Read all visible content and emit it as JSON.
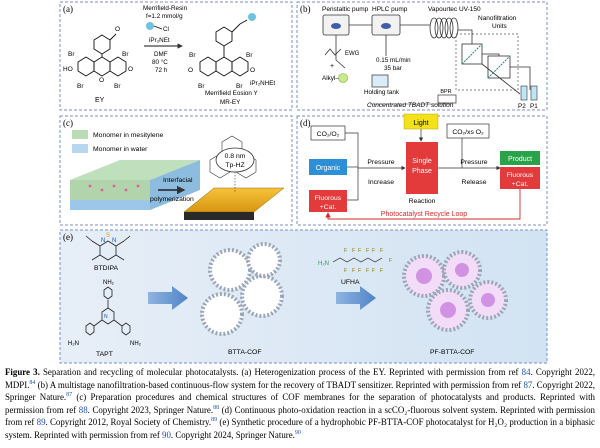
{
  "panel_a": {
    "label": "(a)",
    "resin_name": "Merrifield-Resin",
    "resin_loading": "f=1.2 mmol/g",
    "chloride": "Cl",
    "base": "iPr₂NEt",
    "solvent": "DMF",
    "temperature": "80 °C",
    "time": "72 h",
    "reactant": "EY",
    "product_name": "Merrifield Eosion Y",
    "product_code": "MR-EY",
    "counter_ion": "iPr₂NHEt",
    "bromine": "Br",
    "hydroxyl": "HO",
    "oxygen": "O"
  },
  "panel_b": {
    "label": "(b)",
    "peristaltic_pump": "Peristaltic pump",
    "hplc_pump": "HPLC pump",
    "reactor": "Vapourtec UV-150",
    "nanofiltration": "Nanofiltration",
    "units": "Units",
    "ewg": "EWG",
    "plus": "+",
    "alkyl": "Alkyl–H",
    "flow_rate": "0.15 mL/min",
    "pressure": "35 bar",
    "holding_tank": "Holding tank",
    "bpr": "BPR",
    "concentrate": "Concentrated TBADT solution",
    "p2": "P2",
    "p1": "P1"
  },
  "panel_c": {
    "label": "(c)",
    "legend_mesitylene": "Monomer in mesitylene",
    "legend_water": "Monomer in water",
    "pore_size": "0.8 nm",
    "cof_name": "Tp-HZ",
    "process_line1": "Interfacial",
    "process_line2": "polymerization"
  },
  "panel_d": {
    "label": "(d)",
    "co2_o2": "CO₂/O₂",
    "organic": "Organic",
    "fluorous": "Fluorous",
    "fluorous_cat": "+Cat.",
    "light": "Light",
    "single": "Single",
    "phase": "Phase",
    "reaction": "Reaction",
    "pressure_increase_1": "Pressure",
    "pressure_increase_2": "Increase",
    "co2_xs_o2": "CO₂/xs O₂",
    "pressure_release_1": "Pressure",
    "pressure_release_2": "Release",
    "product": "Product",
    "recycle_loop": "Photocatalyst Recycle Loop"
  },
  "panel_e": {
    "label": "(e)",
    "monomer_1": "BTDIPA",
    "monomer_2": "TAPT",
    "cof": "BTTA-COF",
    "reagent": "UFHA",
    "final_cof": "PF-BTTA-COF",
    "amine_h2n": "H₂N",
    "amine_nh2": "NH₂",
    "nitrogen": "N",
    "sulfur": "S",
    "fluorine": "F"
  },
  "caption": {
    "figure_label": "Figure 3.",
    "text_1": " Separation and recycling of molecular photocatalysts. (a) Heterogenization process of the EY. Reprinted with permission from ref ",
    "ref_1": "84",
    "text_2": ". Copyright 2022, MDPI.",
    "sup_1": "84",
    "text_3": " (b) A multistage nanofiltration-based continuous-flow system for the recovery of TBADT sensitizer. Reprinted with permission from ref ",
    "ref_2": "87",
    "text_4": ". Copyright 2022, Springer Nature.",
    "sup_2": "87",
    "text_5": " (c) Preparation procedures and chemical structures of COF membranes for the separation of photocatalysts and products. Reprinted with permission from ref ",
    "ref_3": "88",
    "text_6": ". Copyright 2023, Springer Nature.",
    "sup_3": "88",
    "text_7": " (d) Continuous photo-oxidation reaction in a scCO₂-fluorous solvent system. Reprinted with permission from ref ",
    "ref_4": "89",
    "text_8": ". Copyright 2012, Royal Society of Chemistry.",
    "sup_4": "89",
    "text_9": " (e) Synthetic procedure of a hydrophobic PF-BTTA-COF photocatalyst for H₂O₂ production in a biphasic system. Reprinted with permission from ref ",
    "ref_5": "90",
    "text_10": ". Copyright 2024, Springer Nature.",
    "sup_5": "90"
  },
  "colors": {
    "panel_border": "#7a8fc8",
    "ref_link": "#1f4fb4",
    "organic_blue": "#2d8fd6",
    "fluorous_red": "#e33b3b",
    "light_yellow": "#f3e21a",
    "product_green": "#2aa24a",
    "recycle_red": "#d62828",
    "cof_purple": "#c06ad8",
    "panel_e_bg": "#dbe9f6"
  }
}
